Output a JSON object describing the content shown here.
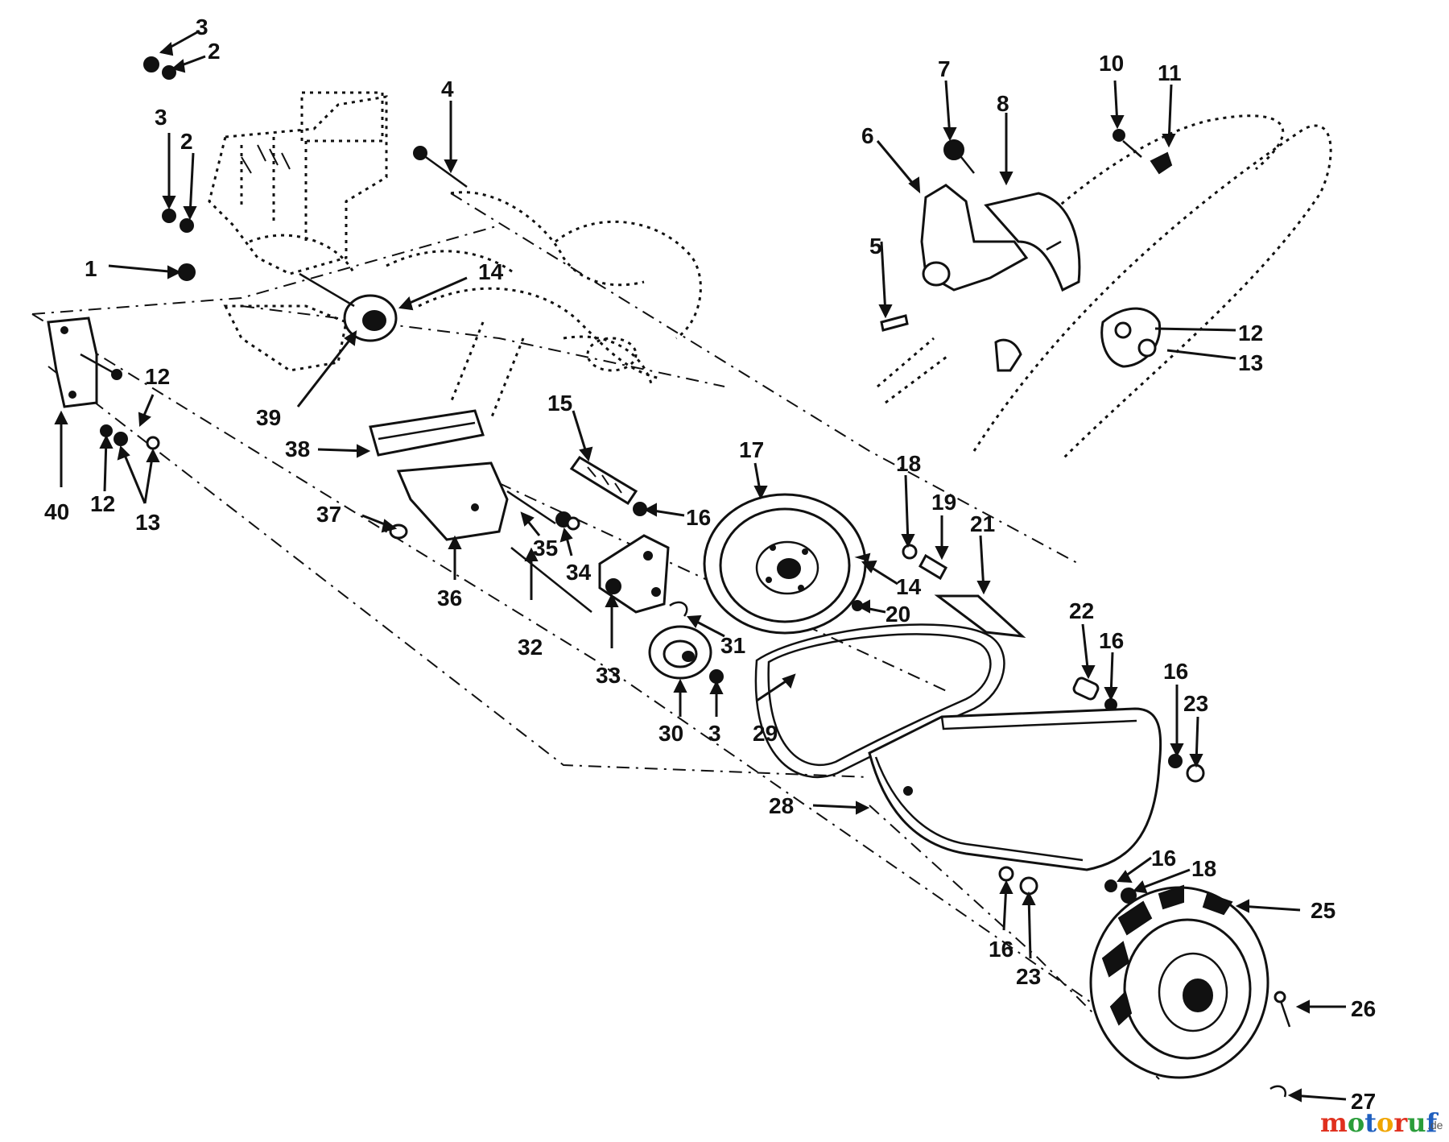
{
  "diagram": {
    "callouts": {
      "c1": "1",
      "c2a": "2",
      "c2b": "2",
      "c3a": "3",
      "c3b": "3",
      "c3c": "3",
      "c4": "4",
      "c5": "5",
      "c6": "6",
      "c7": "7",
      "c8": "8",
      "c10": "10",
      "c11": "11",
      "c12a": "12",
      "c12b": "12",
      "c12c": "12",
      "c13a": "13",
      "c13b": "13",
      "c14a": "14",
      "c14b": "14",
      "c15": "15",
      "c16a": "16",
      "c16b": "16",
      "c16c": "16",
      "c16d": "16",
      "c16e": "16",
      "c17": "17",
      "c18a": "18",
      "c18b": "18",
      "c19": "19",
      "c20": "20",
      "c21": "21",
      "c22": "22",
      "c23a": "23",
      "c23b": "23",
      "c25": "25",
      "c26": "26",
      "c27": "27",
      "c28": "28",
      "c29": "29",
      "c30": "30",
      "c31": "31",
      "c32": "32",
      "c33": "33",
      "c34": "34",
      "c35": "35",
      "c36": "36",
      "c37": "37",
      "c38": "38",
      "c39": "39",
      "c40": "40"
    }
  },
  "watermark": {
    "brand": "motoruf",
    "suffix": ".de",
    "colors": [
      "#e0301e",
      "#2a9d3a",
      "#1f5fbf",
      "#f0a500"
    ]
  }
}
